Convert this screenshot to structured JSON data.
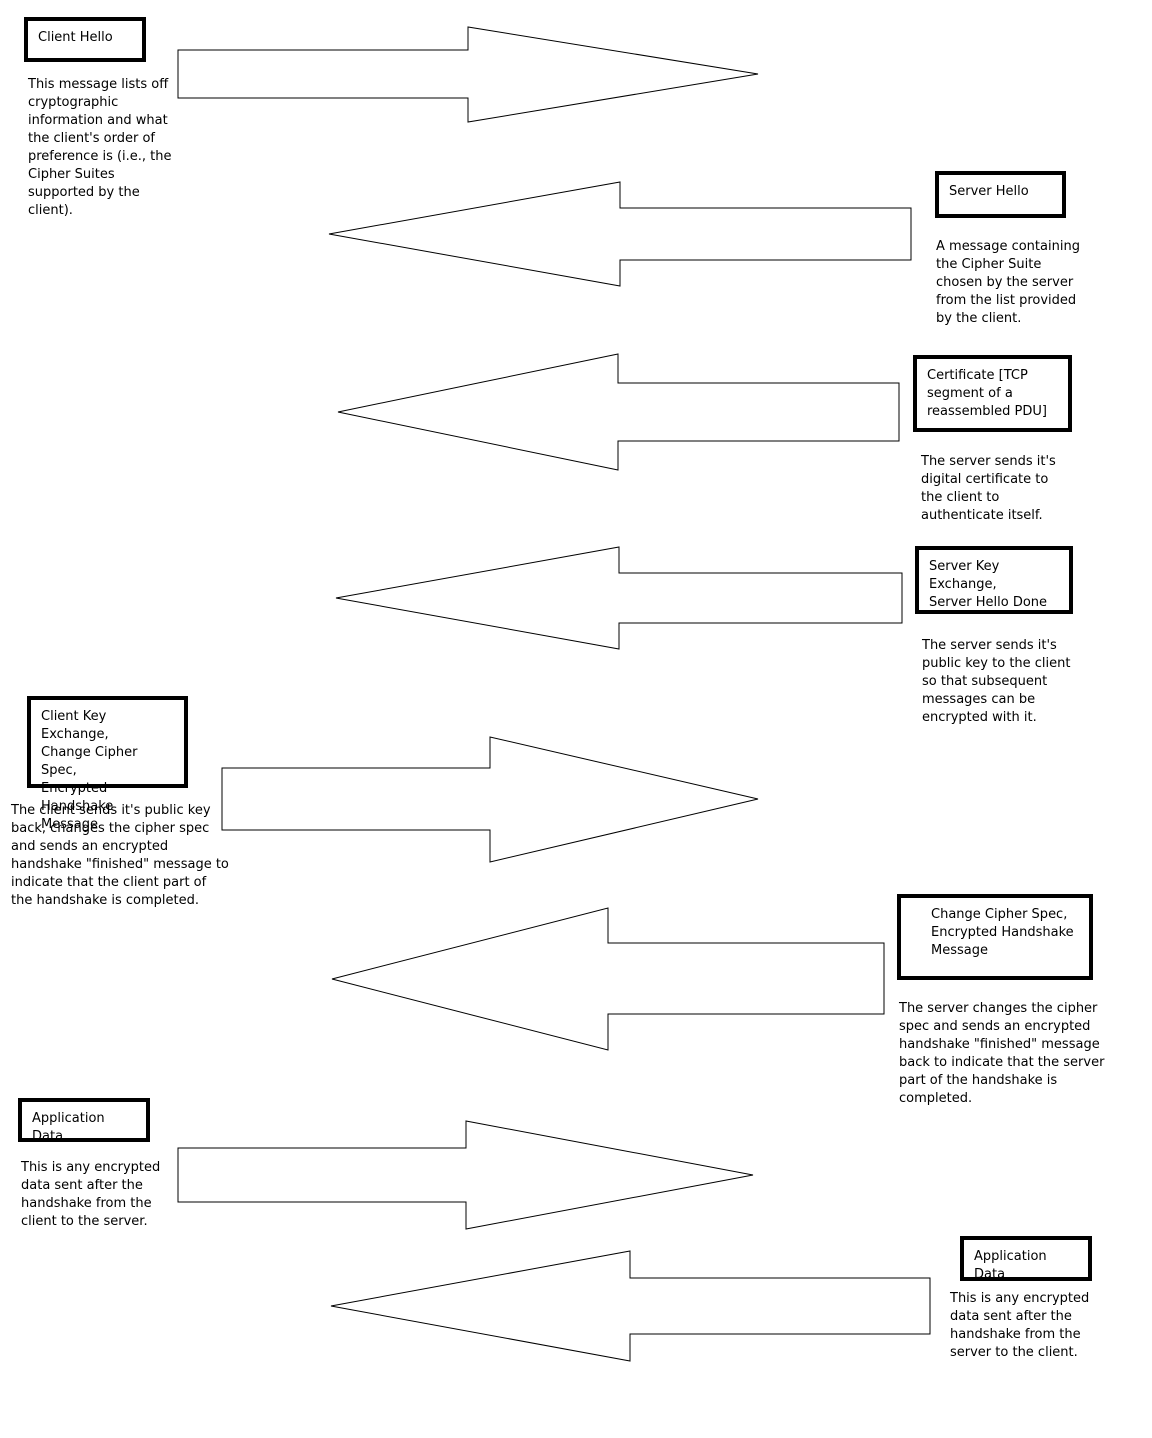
{
  "steps": [
    {
      "label": "Client Hello",
      "description": "This message lists off\ncryptographic\ninformation and what\nthe client's order of\npreference is (i.e., the\nCipher Suites\nsupported by the\nclient).",
      "direction": "client-to-server"
    },
    {
      "label": "Server Hello",
      "description": "A message containing\nthe Cipher Suite\nchosen by the server\nfrom the list provided\nby the client.",
      "direction": "server-to-client"
    },
    {
      "label": "Certificate [TCP\nsegment of a\nreassembled PDU]",
      "description": "The server sends it's\ndigital certificate to\nthe client to\nauthenticate itself.",
      "direction": "server-to-client"
    },
    {
      "label": "Server Key Exchange,\nServer Hello Done",
      "description": "The server sends it's\npublic key to the client\nso that subsequent\nmessages can be\nencrypted with it.",
      "direction": "server-to-client"
    },
    {
      "label": "Client Key Exchange,\nChange Cipher Spec,\nEncrypted Handshake\nMessage",
      "description": "The client sends it's public key\nback, changes the cipher spec\nand sends an encrypted\nhandshake \"finished\" message to\nindicate that the client part of\nthe handshake is completed.",
      "direction": "client-to-server"
    },
    {
      "label": "Change Cipher Spec,\nEncrypted Handshake\nMessage",
      "description": "The server changes the cipher\nspec and sends an encrypted\nhandshake \"finished\" message\nback to indicate that the server\npart of the handshake is\ncompleted.",
      "direction": "server-to-client"
    },
    {
      "label": "Application Data",
      "description": "This is any encrypted\ndata sent after the\nhandshake from the\nclient to the server.",
      "direction": "client-to-server"
    },
    {
      "label": "Application Data",
      "description": "This is any encrypted\ndata sent after the\nhandshake from the\nserver to the client.",
      "direction": "server-to-client"
    }
  ]
}
